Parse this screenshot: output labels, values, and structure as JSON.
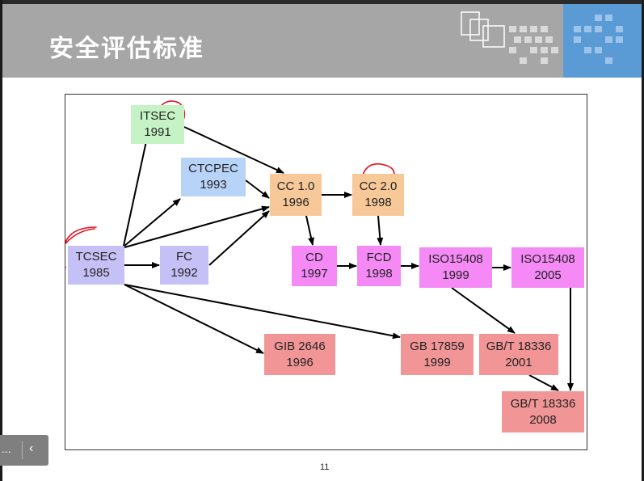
{
  "slide": {
    "title": "安全评估标准",
    "page_number": "11"
  },
  "nav": {
    "more_label": "...",
    "prev_label": "‹"
  },
  "colors": {
    "green": "#c6f3c6",
    "blue": "#b8d3f8",
    "lavender": "#c5c0f5",
    "orange": "#f7c898",
    "magenta": "#f589f5",
    "red": "#f29596",
    "annotation": "#e3101f"
  },
  "nodes": [
    {
      "id": "itsec",
      "name": "ITSEC",
      "year": "1991",
      "color": "green"
    },
    {
      "id": "ctcpec",
      "name": "CTCPEC",
      "year": "1993",
      "color": "blue"
    },
    {
      "id": "tcsec",
      "name": "TCSEC",
      "year": "1985",
      "color": "lavender"
    },
    {
      "id": "fc",
      "name": "FC",
      "year": "1992",
      "color": "lavender"
    },
    {
      "id": "cc10",
      "name": "CC 1.0",
      "year": "1996",
      "color": "orange"
    },
    {
      "id": "cc20",
      "name": "CC 2.0",
      "year": "1998",
      "color": "orange"
    },
    {
      "id": "cd",
      "name": "CD",
      "year": "1997",
      "color": "magenta"
    },
    {
      "id": "fcd",
      "name": "FCD",
      "year": "1998",
      "color": "magenta"
    },
    {
      "id": "iso1999",
      "name": "ISO15408",
      "year": "1999",
      "color": "magenta"
    },
    {
      "id": "iso2005",
      "name": "ISO15408",
      "year": "2005",
      "color": "magenta"
    },
    {
      "id": "gib",
      "name": "GIB 2646",
      "year": "1996",
      "color": "red"
    },
    {
      "id": "gb17859",
      "name": "GB 17859",
      "year": "1999",
      "color": "red"
    },
    {
      "id": "gbt2001",
      "name": "GB/T 18336",
      "year": "2001",
      "color": "red"
    },
    {
      "id": "gbt2008",
      "name": "GB/T 18336",
      "year": "2008",
      "color": "red"
    }
  ],
  "edges": [
    [
      "tcsec",
      "itsec"
    ],
    [
      "tcsec",
      "ctcpec"
    ],
    [
      "tcsec",
      "fc"
    ],
    [
      "tcsec",
      "cc10"
    ],
    [
      "tcsec",
      "gib"
    ],
    [
      "tcsec",
      "gb17859"
    ],
    [
      "itsec",
      "cc10"
    ],
    [
      "ctcpec",
      "cc10"
    ],
    [
      "fc",
      "cc10"
    ],
    [
      "cc10",
      "cc20"
    ],
    [
      "cc10",
      "cd"
    ],
    [
      "cc20",
      "fcd"
    ],
    [
      "cd",
      "fcd"
    ],
    [
      "fcd",
      "iso1999"
    ],
    [
      "iso1999",
      "iso2005"
    ],
    [
      "iso1999",
      "gbt2001"
    ],
    [
      "gbt2001",
      "gbt2008"
    ],
    [
      "iso2005",
      "gbt2008"
    ]
  ]
}
